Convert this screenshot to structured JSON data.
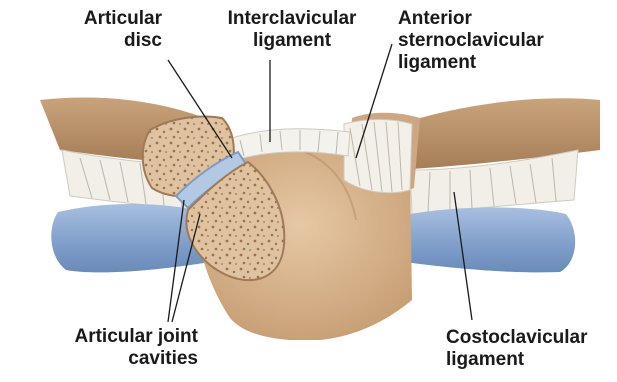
{
  "labels": {
    "articular_disc": [
      "Articular",
      "disc"
    ],
    "interclavicular_ligament": [
      "Interclavicular",
      "ligament"
    ],
    "anterior_sternoclavicular_ligament": [
      "Anterior",
      "sternoclavicular",
      "ligament"
    ],
    "articular_joint_cavities": [
      "Articular joint",
      "cavities"
    ],
    "costoclavicular_ligament": [
      "Costoclavicular",
      "ligament"
    ]
  },
  "colors": {
    "bone": "#d8b48f",
    "bone_shadow": "#b58a62",
    "cartilage": "#8faad0",
    "ligament": "#f0efe8",
    "disc": "#a9c0dc",
    "leader_line": "#1a1a1a"
  }
}
